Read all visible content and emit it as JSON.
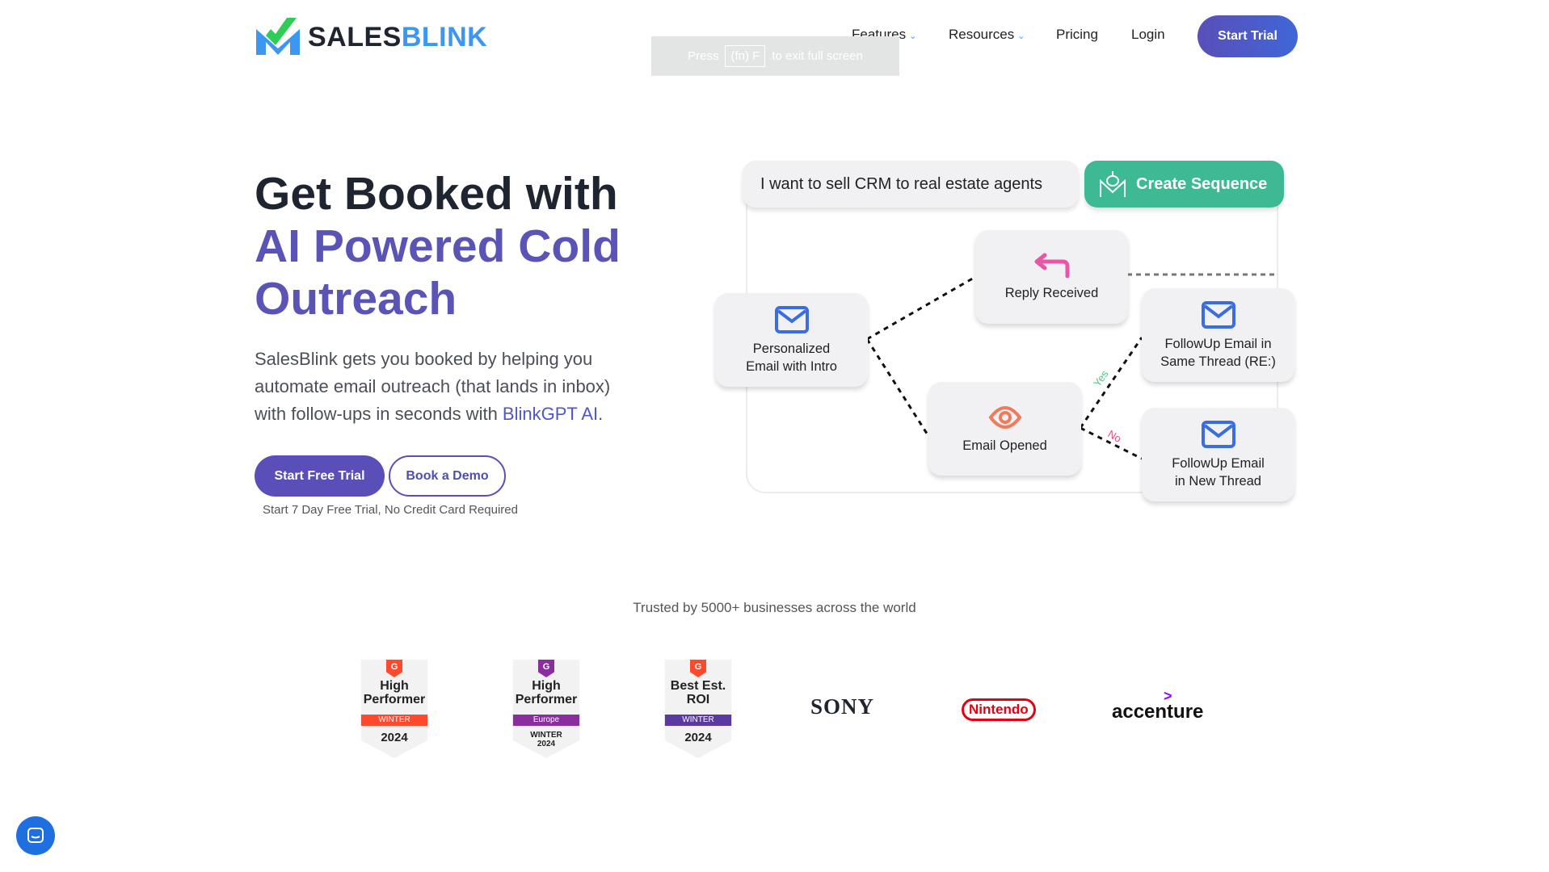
{
  "header": {
    "logo_part1": "SALES",
    "logo_part2": "BLINK",
    "nav": [
      "Features",
      "Resources",
      "Pricing",
      "Login"
    ],
    "cta": "Start Trial"
  },
  "tooltip": {
    "press": "Press",
    "key": "(fn) F",
    "rest": "to exit full screen"
  },
  "hero": {
    "title_line1": "Get Booked with",
    "title_line2": "AI Powered Cold",
    "title_line3": "Outreach",
    "lead": "SalesBlink gets you booked by helping you automate email outreach (that lands in inbox) with follow-ups in seconds with ",
    "lead_link": "BlinkGPT AI",
    "lead_end": ".",
    "primary": "Start Free Trial",
    "secondary": "Book a Demo",
    "note": "Start 7 Day Free Trial, No Credit Card Required"
  },
  "diagram": {
    "prompt": "I want to sell CRM to real estate agents",
    "create": "Create Sequence",
    "nodes": [
      "Personalized Email with Intro",
      "Reply Received",
      "Email Opened",
      "FollowUp Email in Same Thread (RE:)",
      "FollowUp Email in New Thread"
    ],
    "yes": "Yes",
    "no": "No"
  },
  "trusted": "Trusted by 5000+ businesses across the world",
  "badges": [
    {
      "title": "High Performer",
      "band": "WINTER",
      "year": "2024",
      "color": "#ff492c"
    },
    {
      "title": "High Performer",
      "band": "Europe",
      "year": "WINTER 2024",
      "color": "#8a2e9f"
    },
    {
      "title": "Best Est. ROI",
      "band": "WINTER",
      "year": "2024",
      "color": "#5a3aa0"
    }
  ],
  "logos": [
    "SONY",
    "Nintendo",
    "accenture"
  ],
  "colors": {
    "brand": "#5a4fb8",
    "green": "#3dba94",
    "blue": "#3a6de0"
  }
}
